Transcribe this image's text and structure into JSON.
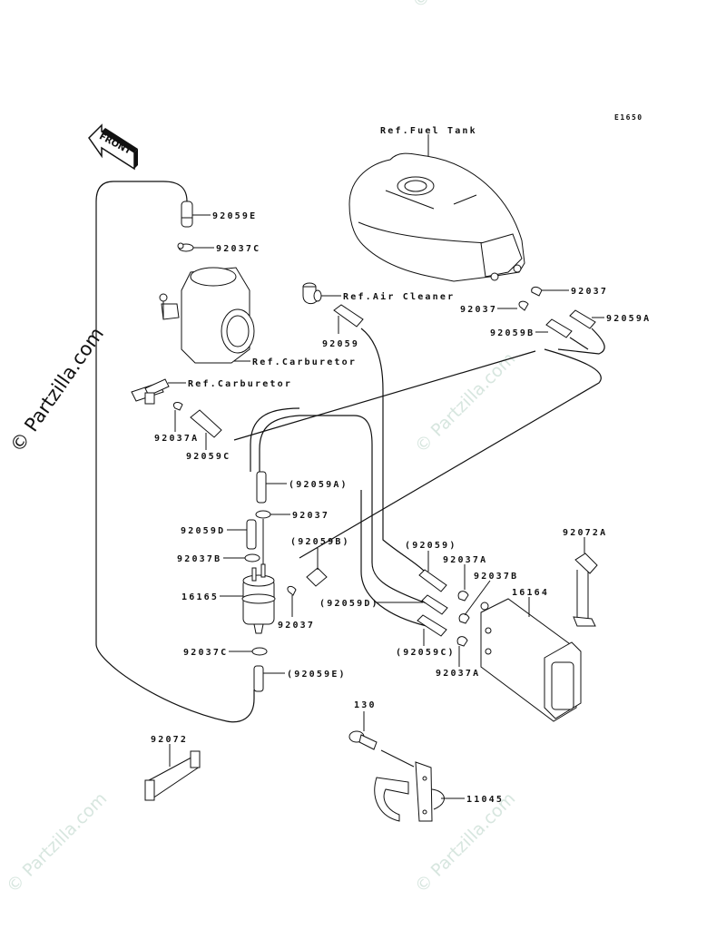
{
  "diagram": {
    "code": "E1650",
    "front_arrow_label": "FRONT",
    "watermark": "© Partzilla.com",
    "references": {
      "fuel_tank": "Ref.Fuel Tank",
      "air_cleaner": "Ref.Air Cleaner",
      "carburetor_1": "Ref.Carburetor",
      "carburetor_2": "Ref.Carburetor"
    },
    "part_labels": [
      "92059E",
      "92037C",
      "92059",
      "92037",
      "92037",
      "92059A",
      "92059B",
      "92037A",
      "92059C",
      "(92059A)",
      "92037",
      "92059D",
      "92037B",
      "(92059B)",
      "16165",
      "92037",
      "92037C",
      "(92059E)",
      "(92059)",
      "92037A",
      "92037B",
      "(92059D)",
      "(92059C)",
      "92037A",
      "92072A",
      "16164",
      "130",
      "92072",
      "11045"
    ]
  }
}
